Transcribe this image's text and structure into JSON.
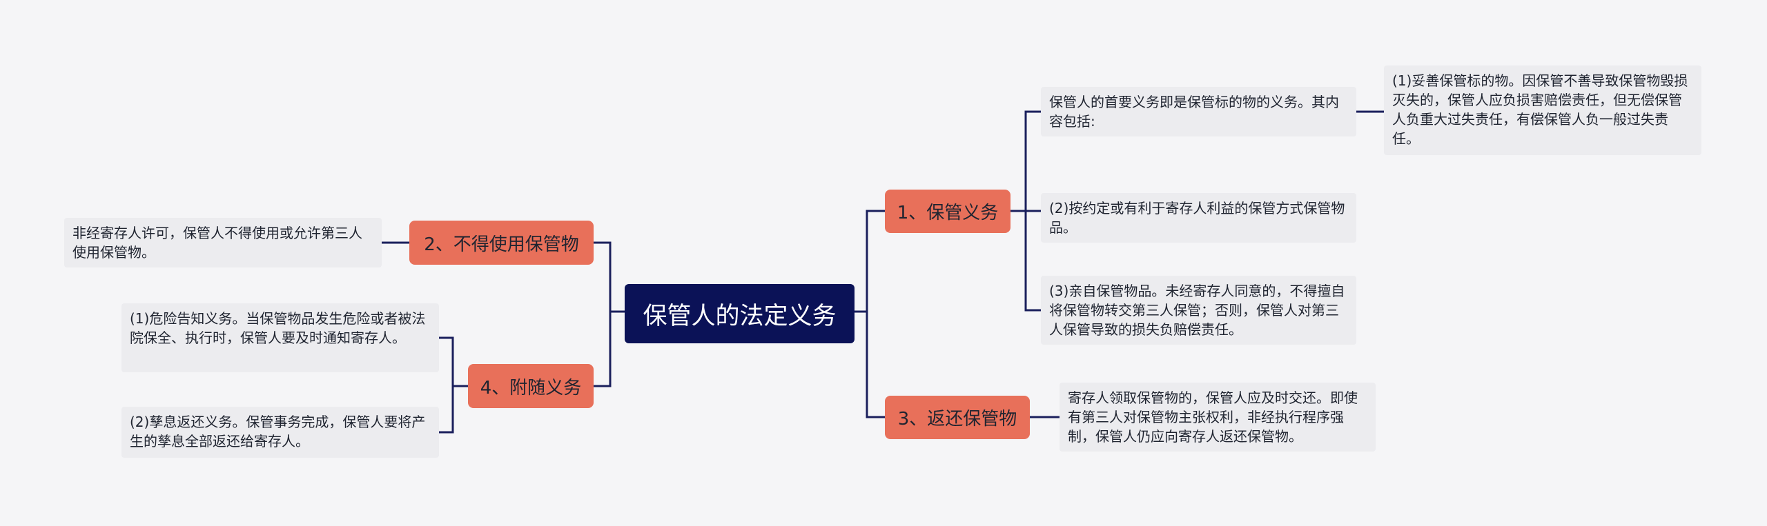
{
  "root": {
    "label": "保管人的法定义务"
  },
  "branches": [
    {
      "label": "1、保管义务",
      "items": [
        {
          "text": "保管人的首要义务即是保管标的物的义务。其内容包括:",
          "children": [
            {
              "text": "(1)妥善保管标的物。因保管不善导致保管物毁损灭失的，保管人应负损害赔偿责任，但无偿保管人负重大过失责任，有偿保管人负一般过失责任。"
            }
          ]
        },
        {
          "text": "(2)按约定或有利于寄存人利益的保管方式保管物品。"
        },
        {
          "text": "(3)亲自保管物品。未经寄存人同意的，不得擅自将保管物转交第三人保管；否则，保管人对第三人保管导致的损失负赔偿责任。"
        }
      ]
    },
    {
      "label": "3、返还保管物",
      "items": [
        {
          "text": "寄存人领取保管物的，保管人应及时交还。即使有第三人对保管物主张权利，非经执行程序强制，保管人仍应向寄存人返还保管物。"
        }
      ]
    },
    {
      "label": "2、不得使用保管物",
      "items": [
        {
          "text": "非经寄存人许可，保管人不得使用或允许第三人使用保管物。"
        }
      ]
    },
    {
      "label": "4、附随义务",
      "items": [
        {
          "text": "(1)危险告知义务。当保管物品发生危险或者被法院保全、执行时，保管人要及时通知寄存人。"
        },
        {
          "text": "(2)孳息返还义务。保管事务完成，保管人要将产生的孳息全部返还给寄存人。"
        }
      ]
    }
  ],
  "colors": {
    "root": "#0b1257",
    "branch": "#e8705a",
    "line": "#1a1f5c",
    "leaf_bg": "#ececef",
    "background": "#f5f5f7"
  }
}
